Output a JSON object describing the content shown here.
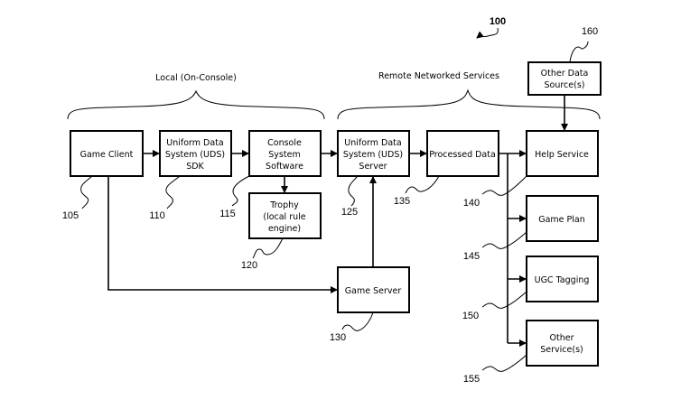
{
  "figure_ref": "100",
  "groups": {
    "local": "Local (On-Console)",
    "remote": "Remote Networked Services"
  },
  "nodes": {
    "game_client": {
      "lines": [
        "Game Client"
      ],
      "ref": "105"
    },
    "uds_sdk": {
      "lines": [
        "Uniform Data",
        "System (UDS)",
        "SDK"
      ],
      "ref": "110"
    },
    "console_software": {
      "lines": [
        "Console",
        "System",
        "Software"
      ],
      "ref": "115"
    },
    "trophy": {
      "lines": [
        "Trophy",
        "(local rule",
        "engine)"
      ],
      "ref": "120"
    },
    "uds_server": {
      "lines": [
        "Uniform Data",
        "System (UDS)",
        "Server"
      ],
      "ref": "125"
    },
    "game_server": {
      "lines": [
        "Game Server"
      ],
      "ref": "130"
    },
    "processed_data": {
      "lines": [
        "Processed Data"
      ],
      "ref": "135"
    },
    "help_service": {
      "lines": [
        "Help Service"
      ],
      "ref": "140"
    },
    "game_plan": {
      "lines": [
        "Game Plan"
      ],
      "ref": "145"
    },
    "ugc_tagging": {
      "lines": [
        "UGC Tagging"
      ],
      "ref": "150"
    },
    "other_services": {
      "lines": [
        "Other",
        "Service(s)"
      ],
      "ref": "155"
    },
    "other_data_sources": {
      "lines": [
        "Other Data",
        "Source(s)"
      ],
      "ref": "160"
    }
  }
}
